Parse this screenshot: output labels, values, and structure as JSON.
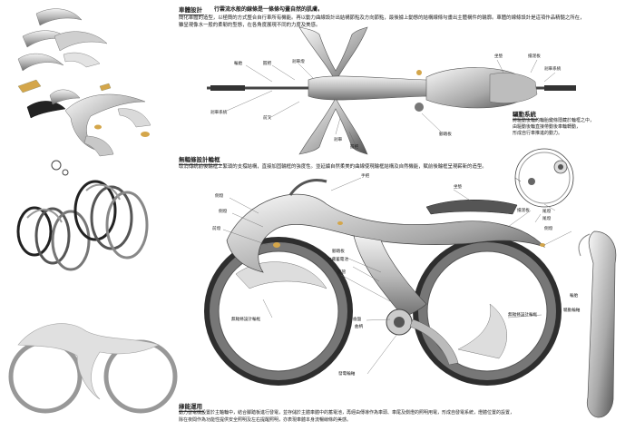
{
  "section_body": {
    "title": "車體設計",
    "subtitle": "行雲流水般的線條是一條條勾畫自然的肌膚。",
    "para_line1": "簡化車體的造型，以極簡的方式整合自行車所有機能。再以動力曲線設計出結構節點及方向節點，最後據上動態的結構線條勾畫出主體構件的輪廓。車體的線條設計是這項作品精髓之所在，",
    "para_line2": "雖呈現像水一般的柔韌的型態，在各角度展現不同的力度及美感。"
  },
  "section_wheel": {
    "title": "無輻條設計輪框",
    "para": "取消傳統前後輪框上繁瑣的支撐結構，直接加固輪框的強度性。並延續自然柔美的曲線使現輪框結構及自然機能，賦前後輪框呈現嶄新的造型。"
  },
  "section_drive": {
    "title": "驅動系統",
    "para_line1": "將驅動後輪的輪胎鍵條隱藏於輪框之中，",
    "para_line2": "由驅動後輪直接帶動後車輪轉動，",
    "para_line3": "形成自行車推進的動力。"
  },
  "section_light": {
    "title": "綠能運用",
    "para_line1": "動力發電機設置於主軸輪中，結合腳踏板進行發電，並存儲於主體車體中的蓄電池，再經由傳導作為車頭、車尾及側燈的照明用電，形成自發電系統，燈體位置的設置，",
    "para_line2": "除在夜間作為功能性提供安全照明及左右提醒照明，亦表現車體本身流暢線條的美感。"
  },
  "top_labels": {
    "brake": "剎車系統",
    "fork": "前叉",
    "grip1": "輪胎",
    "grip2": "握把",
    "lamp": "剎車燈",
    "seat": "坐墊",
    "mudguard": "擋泥板",
    "rear_brake": "剎車系統",
    "pedal": "腳踏板",
    "brake_lever": "剎車",
    "handle": "握把"
  },
  "side_labels": {
    "lamp": "側燈",
    "lamp2": "側燈",
    "front_lamp": "前燈",
    "handlebar": "手把",
    "seat": "坐墊",
    "seat_post": "座管",
    "mudguard": "擋泥板",
    "tail_lamp": "尾燈",
    "tail_lamp2": "尾燈",
    "front_wheel": "無輻條設計輪框",
    "rear_wheel": "無輻條設計輪框",
    "pedal": "腳踏板",
    "battery": "內藏蓄電池",
    "gear": "齒盤",
    "crank": "曲柄",
    "generator": "發電輪軸",
    "lamp_side": "側燈"
  },
  "detail_labels": {
    "wheel": "輪胎",
    "drive": "驅動輪軸"
  }
}
